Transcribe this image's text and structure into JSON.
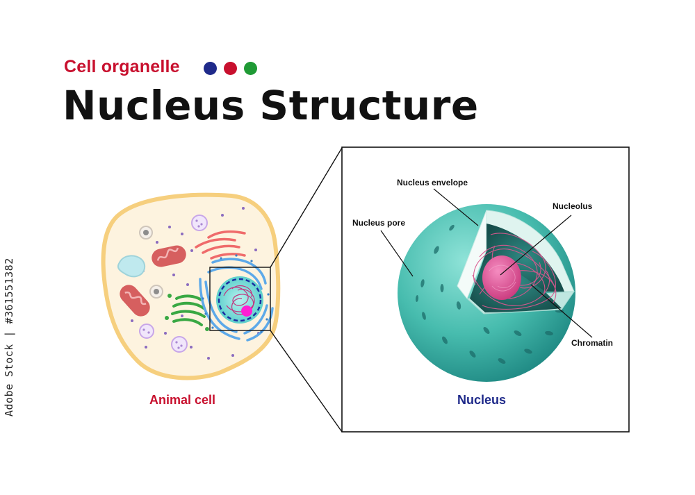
{
  "header": {
    "subtitle": "Cell organelle",
    "title": "Nucleus Structure",
    "dots": [
      {
        "name": "blue-dot",
        "color": "#1f2a8a"
      },
      {
        "name": "red-dot",
        "color": "#c8102e"
      },
      {
        "name": "green-dot",
        "color": "#1f9a35"
      }
    ]
  },
  "captions": {
    "animal_cell": "Animal cell",
    "nucleus": "Nucleus"
  },
  "labels": {
    "envelope": "Nucleus envelope",
    "nucleolus": "Nucleolus",
    "pore": "Nucleus pore",
    "chromatin": "Chromatin"
  },
  "side_text": "Adobe Stock | #361551382",
  "colors": {
    "cytoplasm": "#fdf3df",
    "membrane": "#f6cf7e",
    "nucleus_teal": "#4fc3b4",
    "nucleus_dark": "#1f7f78",
    "nucleolus": "#e0559a",
    "chromatin": "#d9578e",
    "mitochondria": "#d65f5f",
    "golgi": "#39a843",
    "er_rough": "#5da9e9",
    "er_smooth": "#ef6b6b",
    "vesicle": "#c8a6e8",
    "vacuole": "#bfe9ee",
    "nucleus_outline": "#1a2ea0",
    "nucleolus_small": "#ff1fd4"
  }
}
